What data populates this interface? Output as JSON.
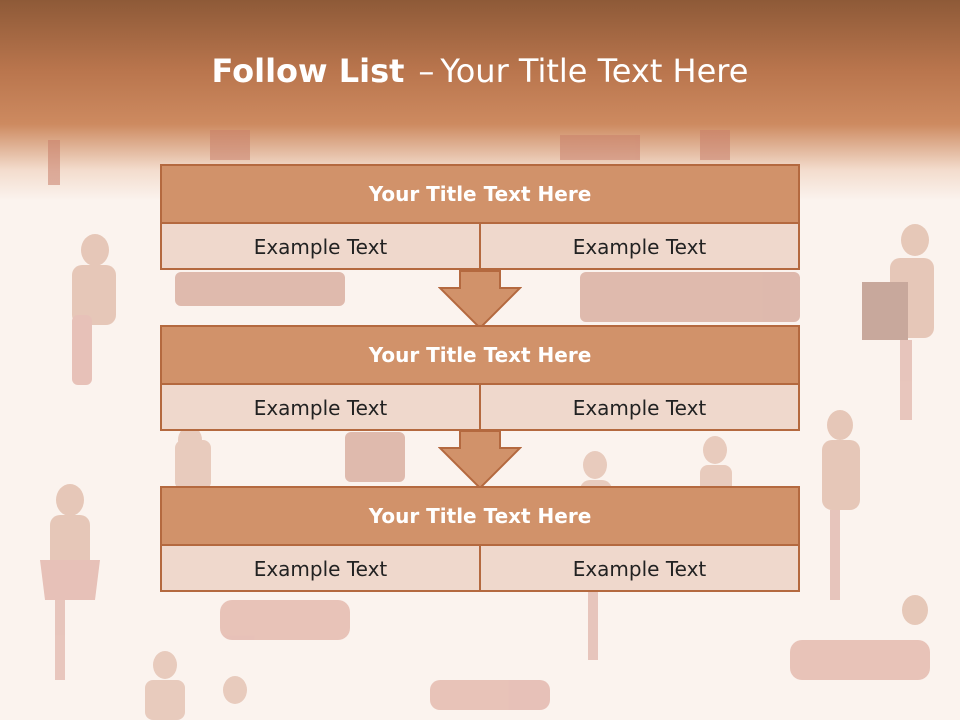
{
  "slide": {
    "title_bold": "Follow List",
    "title_dash": "–",
    "title_rest": "Your Title Text Here"
  },
  "blocks": [
    {
      "header": "Your Title Text Here",
      "left": "Example Text",
      "right": "Example Text"
    },
    {
      "header": "Your Title Text Here",
      "left": "Example Text",
      "right": "Example Text"
    },
    {
      "header": "Your Title Text Here",
      "left": "Example Text",
      "right": "Example Text"
    }
  ],
  "colors": {
    "header_fill": "#d1926a",
    "cell_fill": "#efd8cc",
    "border": "#b4693f",
    "arrow_fill": "#d1926a",
    "band_dark": "#8e5a38"
  },
  "background": {
    "icon": "santa-costume-photo-collage"
  }
}
